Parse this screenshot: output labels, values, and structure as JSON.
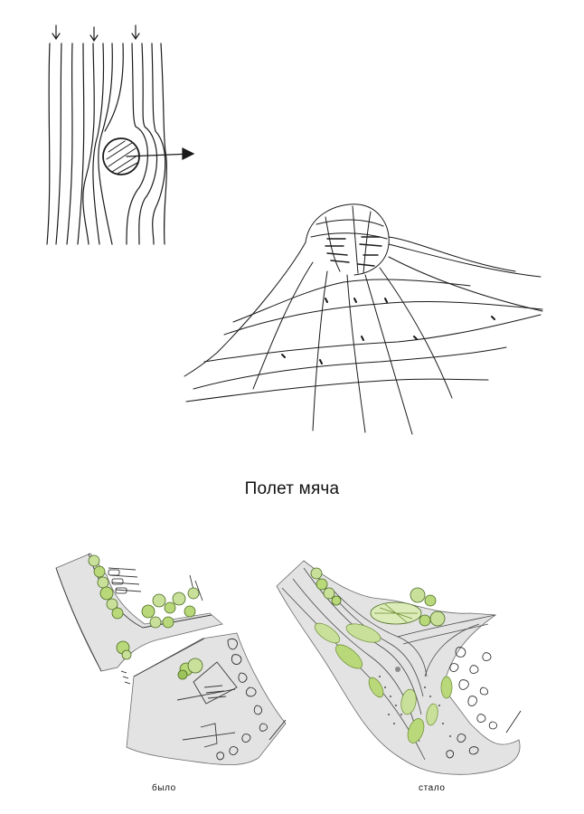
{
  "title": "Полет мяча",
  "plans": {
    "before_label": "было",
    "after_label": "стало"
  },
  "palette": {
    "ink": "#1a1a1a",
    "ground": "#e3e3e3",
    "tree_green": "#c9e09a",
    "tree_green_dark": "#9cc45a"
  }
}
